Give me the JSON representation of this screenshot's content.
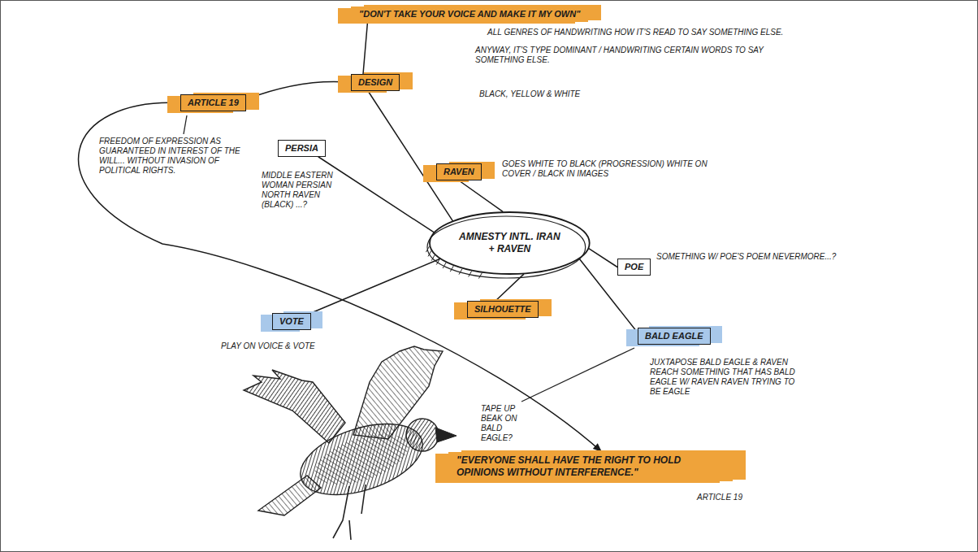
{
  "diagram": {
    "nodes": [
      {
        "text": [
          "\"DON'T TAKE YOUR VOICE AND MAKE IT MY OWN\""
        ]
      },
      {
        "text": [
          "DESIGN"
        ]
      },
      {
        "text": [
          "ARTICLE 19"
        ]
      },
      {
        "text": [
          "PERSIA"
        ]
      },
      {
        "text": [
          "RAVEN"
        ]
      },
      {
        "text": [
          "AMNESTY INTL. IRAN + RAVEN"
        ]
      },
      {
        "text": [
          "POE"
        ]
      },
      {
        "text": [
          "VOTE"
        ]
      },
      {
        "text": [
          "SILHOUETTE"
        ]
      },
      {
        "text": [
          "BALD EAGLE"
        ]
      },
      {
        "text": [
          "\"EVERYONE SHALL HAVE THE RIGHT TO HOLD OPINIONS WITHOUT INTERFERENCE.\""
        ]
      }
    ],
    "edges": [
      {
        "from": 1,
        "to": 0,
        "arrow": "none"
      },
      {
        "from": 2,
        "to": 1,
        "arrow": "none"
      },
      {
        "from": 1,
        "to": 5,
        "arrow": "none"
      },
      {
        "from": 3,
        "to": 5,
        "arrow": "none"
      },
      {
        "from": 4,
        "to": 5,
        "arrow": "none"
      },
      {
        "from": 5,
        "to": 6,
        "arrow": "none"
      },
      {
        "from": 5,
        "to": 7,
        "arrow": "none"
      },
      {
        "from": 5,
        "to": 8,
        "arrow": "none"
      },
      {
        "from": 5,
        "to": 9,
        "arrow": "none"
      },
      {
        "from": 2,
        "to": 10,
        "arrow": "to"
      }
    ],
    "labels": [
      "ALL GENRES OF HANDWRITING HOW IT'S READ TO SAY SOMETHING ELSE.",
      "ANYWAY, IT'S TYPE DOMINANT / HANDWRITING CERTAIN WORDS TO SAY SOMETHING ELSE.",
      "BLACK, YELLOW & WHITE",
      "FREEDOM OF EXPRESSION AS GUARANTEED IN INTEREST OF THE WILL... WITHOUT INVASION OF POLITICAL RIGHTS.",
      "MIDDLE EASTERN WOMAN PERSIAN NORTH RAVEN (BLACK) ...?",
      "GOES WHITE TO BLACK (PROGRESSION) WHITE ON COVER / BLACK IN IMAGES",
      "SOMETHING W/ POE'S POEM NEVERMORE...?",
      "PLAY ON VOICE & VOTE",
      "JUXTAPOSE BALD EAGLE & RAVEN REACH SOMETHING THAT HAS BALD EAGLE W/ RAVEN RAVEN TRYING TO BE EAGLE",
      "TAPE UP BEAK ON BALD EAGLE?",
      "ARTICLE 19"
    ]
  }
}
